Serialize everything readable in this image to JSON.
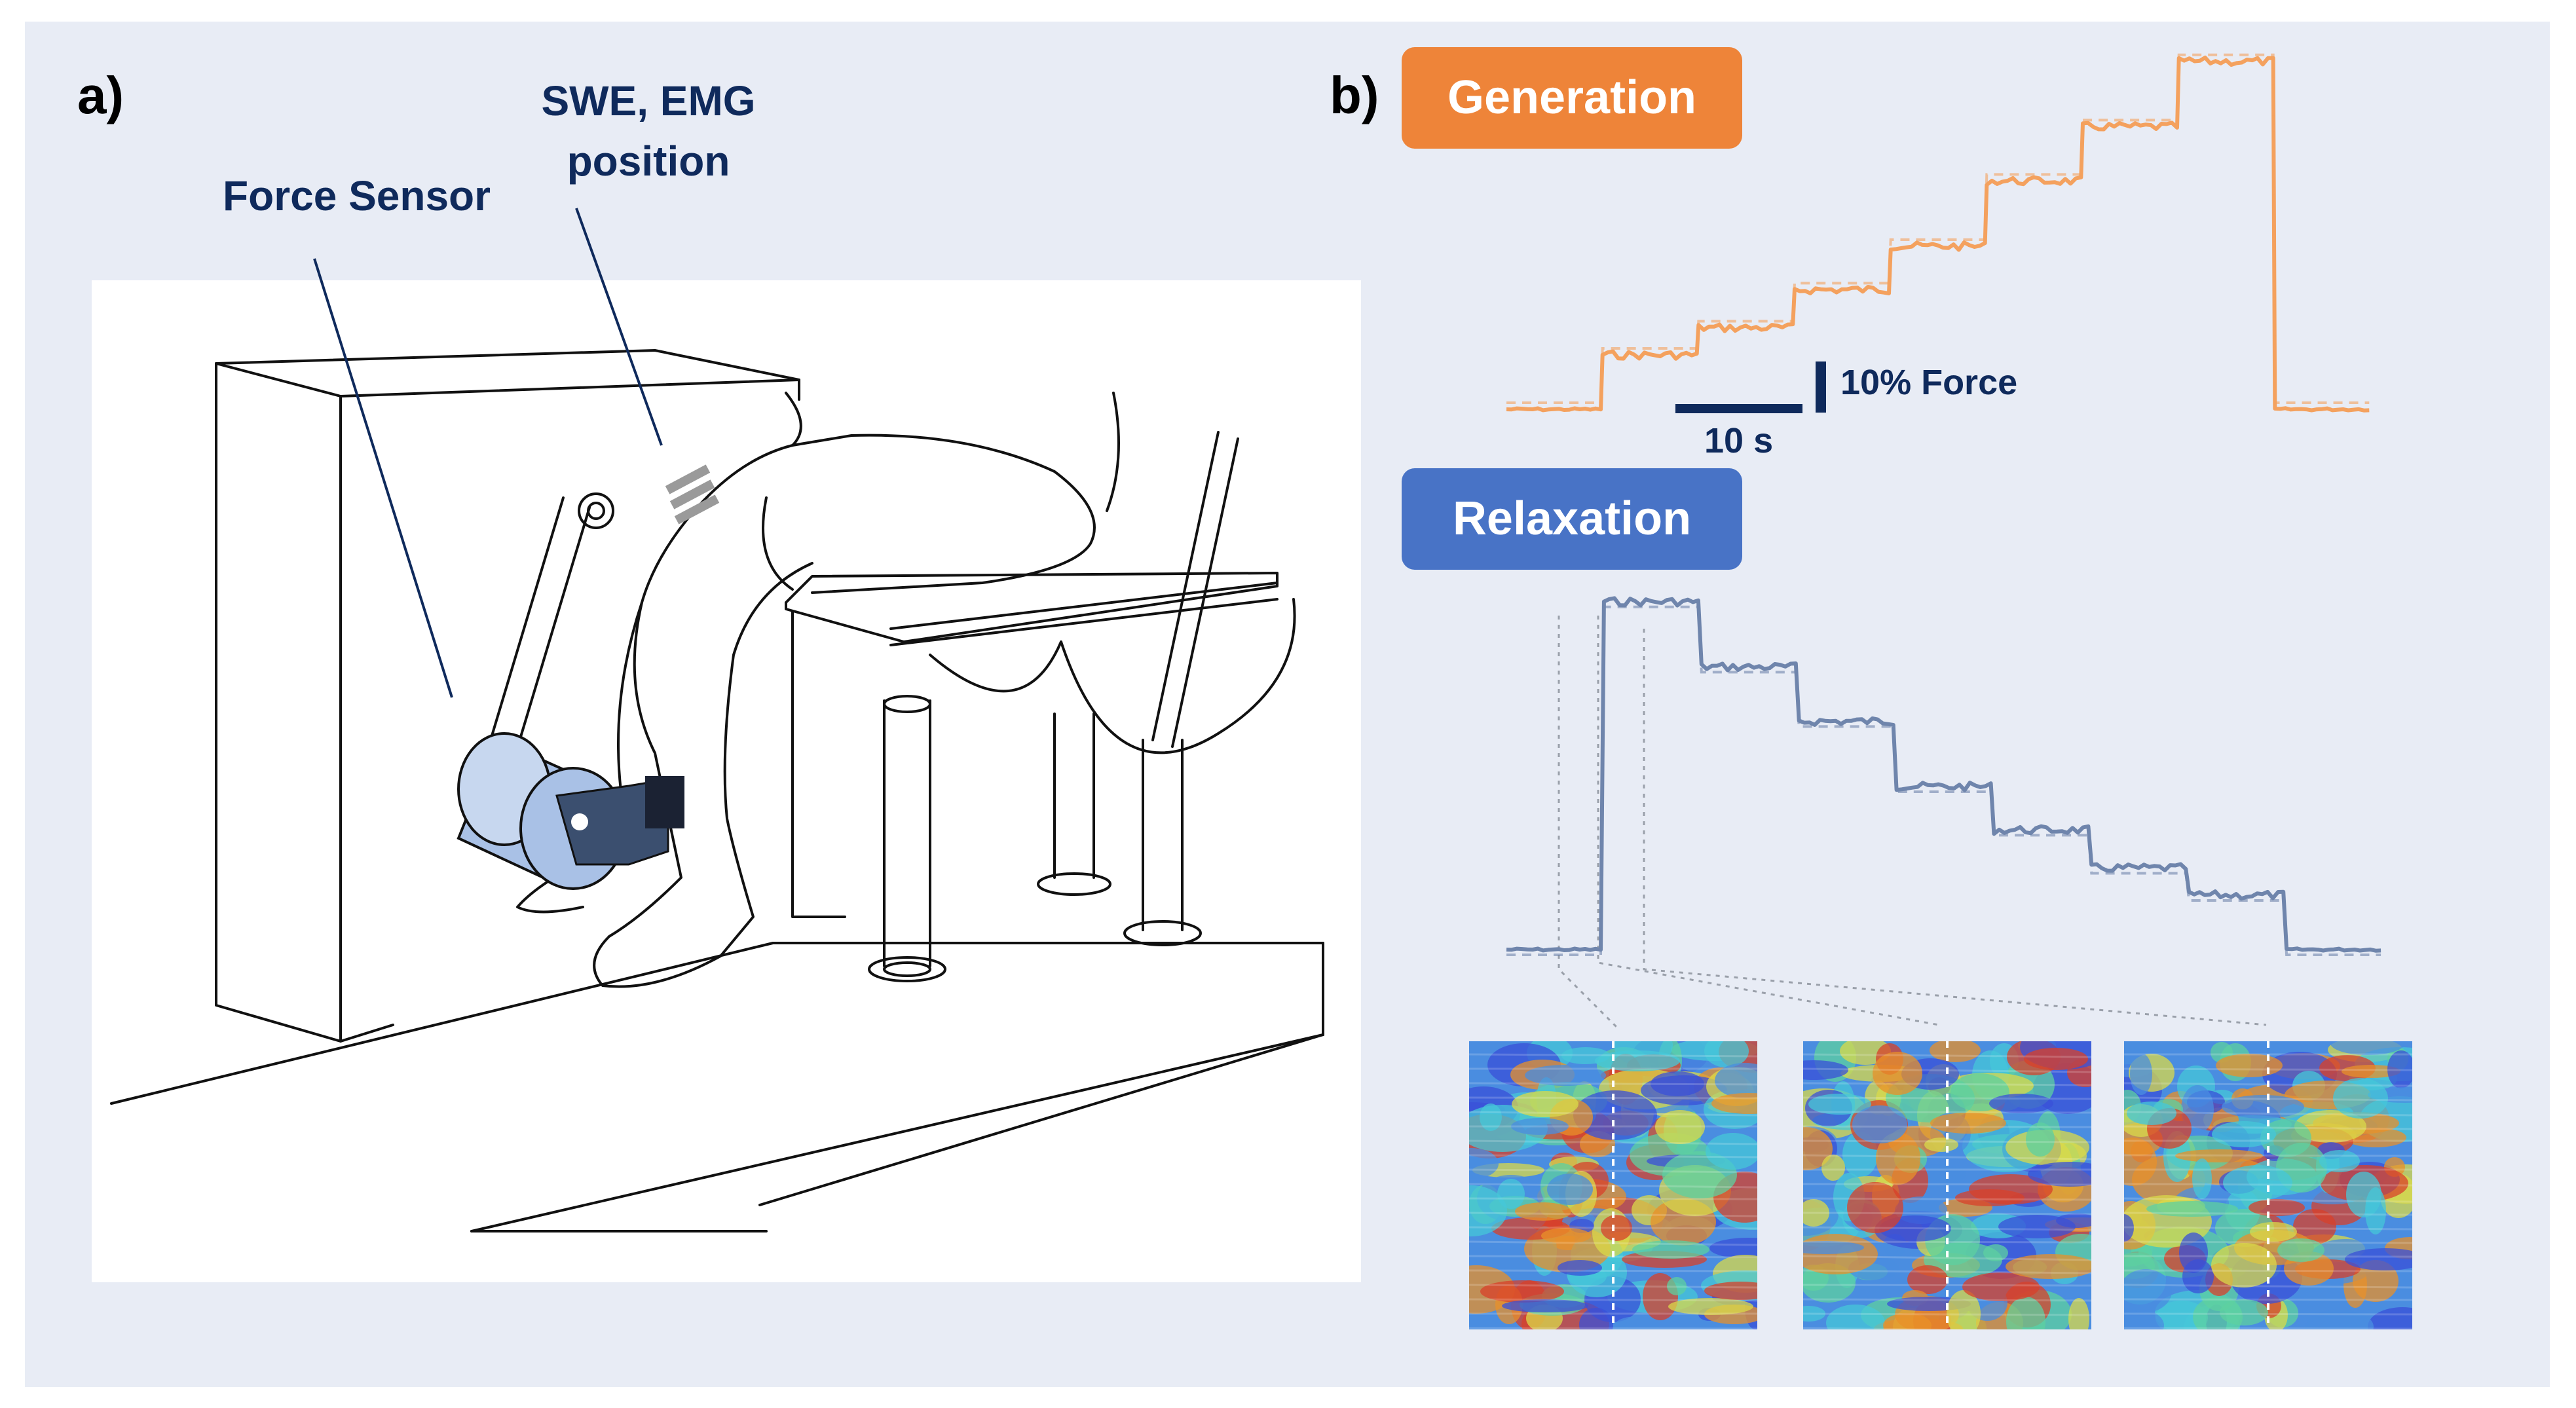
{
  "panels": {
    "a": {
      "label": "a)",
      "annotations": {
        "swe_emg": [
          "SWE, EMG",
          "position"
        ],
        "force_sensor": "Force Sensor"
      }
    },
    "b": {
      "label": "b)",
      "generation": {
        "title": "Generation",
        "color": "#f4a15e",
        "levels": [
          0,
          10,
          15,
          22,
          30,
          42,
          52,
          64,
          0
        ]
      },
      "relaxation": {
        "title": "Relaxation",
        "color": "#6f85ac",
        "levels": [
          0,
          64,
          52,
          42,
          30,
          22,
          15,
          10,
          0
        ]
      },
      "scale_bars": {
        "force": "10% Force",
        "time": "10 s"
      },
      "elastography_maps": {
        "count": 3
      }
    }
  },
  "colors": {
    "panel_background": "#e8ecf5",
    "text_navy": "#0f2a5c",
    "generation_pill": "#ee8439",
    "relaxation_pill": "#4873c6",
    "sensor_roller": "#a9c1e6",
    "sensor_clamp": "#3b4f6f"
  }
}
